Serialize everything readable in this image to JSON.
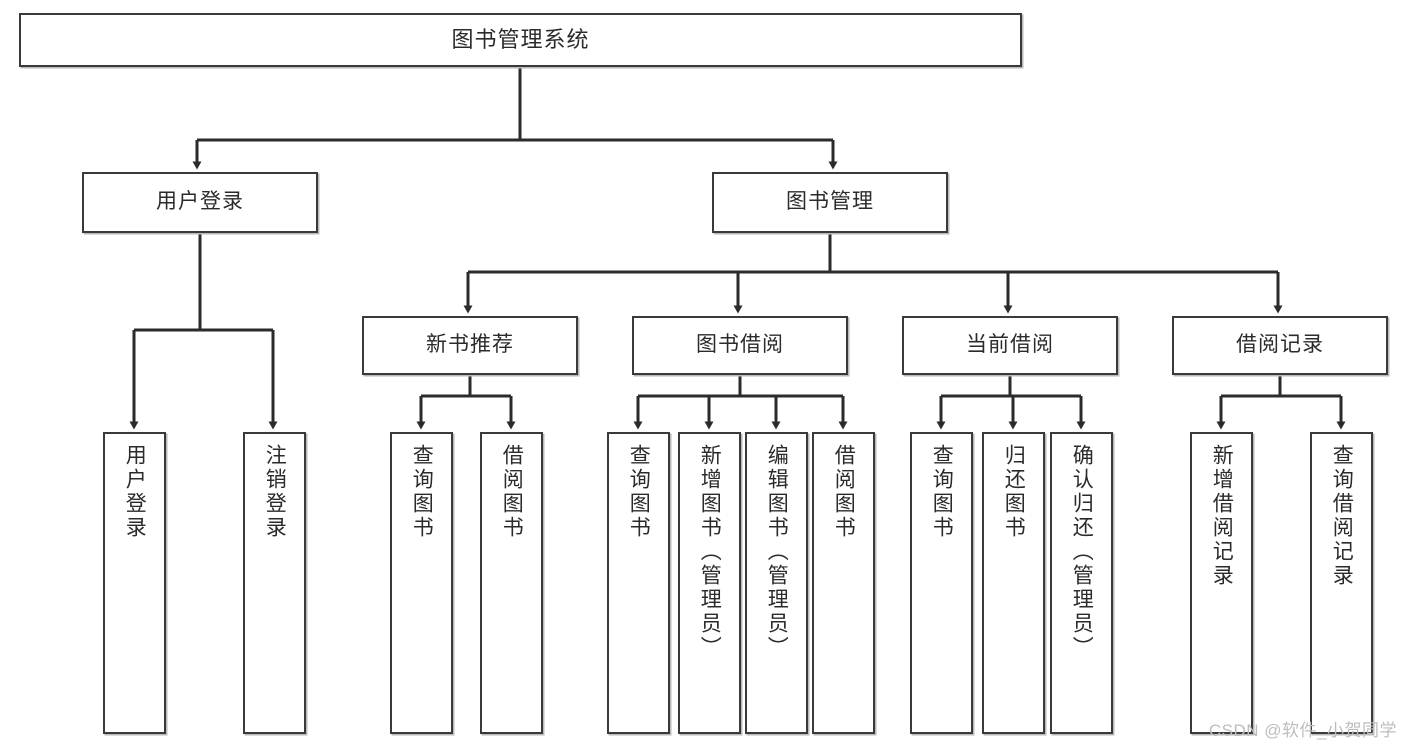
{
  "diagram": {
    "type": "tree",
    "title": "图书管理系统",
    "watermark": "CSDN @软件_小贺同学",
    "colors": {
      "box_border": "#3a3a3a",
      "box_fill": "#ffffff",
      "connector": "#2b2b2b",
      "text": "#2b2b2b",
      "watermark": "#bdbdbd"
    },
    "nodes": {
      "root": {
        "label": "图书管理系统"
      },
      "level2": [
        {
          "id": "user-login",
          "label": "用户登录"
        },
        {
          "id": "book-manage",
          "label": "图书管理"
        }
      ],
      "level3": [
        {
          "id": "new-book-recommend",
          "label": "新书推荐"
        },
        {
          "id": "book-borrow",
          "label": "图书借阅"
        },
        {
          "id": "current-borrow",
          "label": "当前借阅"
        },
        {
          "id": "borrow-record",
          "label": "借阅记录"
        }
      ],
      "leaves": {
        "user-login": [
          {
            "id": "leaf-user-login",
            "label": "用户登录"
          },
          {
            "id": "leaf-logout",
            "label": "注销登录"
          }
        ],
        "new-book-recommend": [
          {
            "id": "leaf-query-book-1",
            "label": "查询图书"
          },
          {
            "id": "leaf-borrow-book-1",
            "label": "借阅图书"
          }
        ],
        "book-borrow": [
          {
            "id": "leaf-query-book-2",
            "label": "查询图书"
          },
          {
            "id": "leaf-add-book",
            "label": "新增图书（管理员）"
          },
          {
            "id": "leaf-edit-book",
            "label": "编辑图书（管理员）"
          },
          {
            "id": "leaf-borrow-book-2",
            "label": "借阅图书"
          }
        ],
        "current-borrow": [
          {
            "id": "leaf-query-book-3",
            "label": "查询图书"
          },
          {
            "id": "leaf-return-book",
            "label": "归还图书"
          },
          {
            "id": "leaf-confirm-return",
            "label": "确认归还（管理员）"
          }
        ],
        "borrow-record": [
          {
            "id": "leaf-add-record",
            "label": "新增借阅记录"
          },
          {
            "id": "leaf-query-record",
            "label": "查询借阅记录"
          }
        ]
      }
    }
  }
}
